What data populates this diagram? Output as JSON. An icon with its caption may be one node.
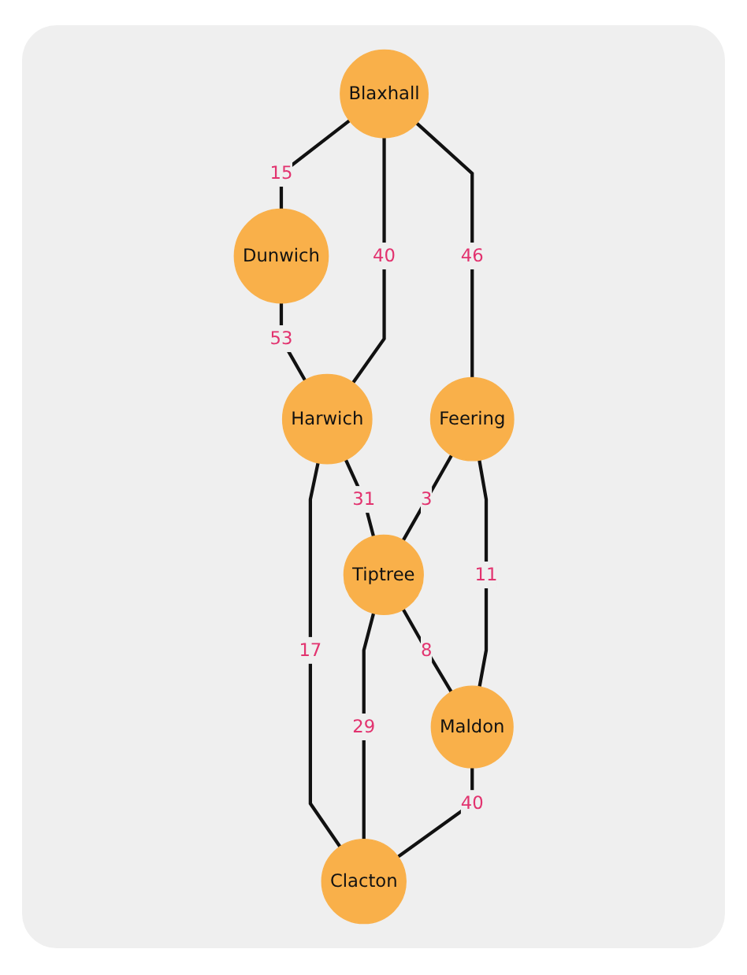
{
  "diagram": {
    "nodes": [
      {
        "text": [
          "Dunwich"
        ]
      },
      {
        "text": [
          "Blaxhall"
        ]
      },
      {
        "text": [
          "Harwich"
        ]
      },
      {
        "text": [
          "Feering"
        ]
      },
      {
        "text": [
          "Tiptree"
        ]
      },
      {
        "text": [
          "Clacton"
        ]
      },
      {
        "text": [
          "Maldon"
        ]
      }
    ],
    "edges": [
      {
        "from": 1,
        "to": 0,
        "arrow": "none",
        "label": "15"
      },
      {
        "from": 0,
        "to": 2,
        "arrow": "none",
        "label": "53"
      },
      {
        "from": 1,
        "to": 2,
        "arrow": "none",
        "label": "40"
      },
      {
        "from": 1,
        "to": 3,
        "arrow": "none",
        "label": "46"
      },
      {
        "from": 2,
        "to": 4,
        "arrow": "none",
        "label": "31"
      },
      {
        "from": 2,
        "to": 5,
        "arrow": "none",
        "label": "17"
      },
      {
        "from": 3,
        "to": 4,
        "arrow": "none",
        "label": "3"
      },
      {
        "from": 4,
        "to": 5,
        "arrow": "none",
        "label": "29"
      },
      {
        "from": 4,
        "to": 6,
        "arrow": "none",
        "label": "8"
      },
      {
        "from": 3,
        "to": 6,
        "arrow": "none",
        "label": "11"
      },
      {
        "from": 6,
        "to": 5,
        "arrow": "none",
        "label": "40"
      }
    ]
  }
}
